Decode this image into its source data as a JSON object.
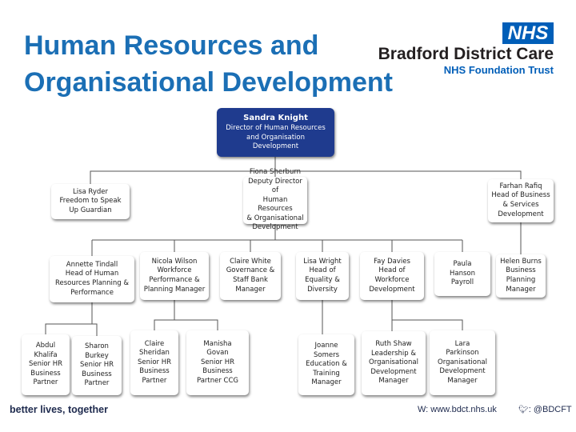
{
  "header": {
    "title_line1": "Human Resources and",
    "title_line2": "Organisational Development",
    "nhs_logo": "NHS",
    "org_name": "Bradford District Care",
    "org_sub": "NHS Foundation Trust"
  },
  "chart": {
    "director": {
      "name": "Sandra Knight",
      "role": "Director of Human Resources\nand Organisation\nDevelopment"
    },
    "level2": [
      {
        "text": "Lisa Ryder\nFreedom to Speak\nUp Guardian"
      },
      {
        "text": "Fiona Sherburn\nDeputy Director of\nHuman Resources\n& Organisational\nDevelopment"
      },
      {
        "text": "Farhan Rafiq\nHead of Business\n& Services\nDevelopment"
      }
    ],
    "level3": [
      {
        "text": "Annette Tindall\nHead of Human\nResources Planning &\nPerformance"
      },
      {
        "text": "Nicola Wilson\nWorkforce\nPerformance &\nPlanning Manager"
      },
      {
        "text": "Claire White\nGovernance &\nStaff Bank\nManager"
      },
      {
        "text": "Lisa Wright\nHead of\nEquality &\nDiversity"
      },
      {
        "text": "Fay Davies\nHead of\nWorkforce\nDevelopment"
      },
      {
        "text": "Paula\nHanson\nPayroll"
      },
      {
        "text": "Helen Burns\nBusiness\nPlanning\nManager"
      }
    ],
    "level4": [
      {
        "text": "Abdul\nKhalifa\nSenior HR\nBusiness\nPartner"
      },
      {
        "text": "Sharon\nBurkey\nSenior HR\nBusiness\nPartner"
      },
      {
        "text": "Claire\nSheridan\nSenior HR\nBusiness\nPartner"
      },
      {
        "text": "Manisha\nGovan\nSenior HR\nBusiness\nPartner CCG"
      },
      {
        "text": "Joanne\nSomers\nEducation &\nTraining\nManager"
      },
      {
        "text": "Ruth Shaw\nLeadership &\nOrganisational\nDevelopment\nManager"
      },
      {
        "text": "Lara\nParkinson\nOrganisational\nDevelopment\nManager"
      }
    ]
  },
  "footer": {
    "tagline": "better lives, together",
    "website": "W: www.bdct.nhs.uk",
    "twitter": ": @BDCFT",
    "twitter_icon": "twitter-bird-icon"
  }
}
